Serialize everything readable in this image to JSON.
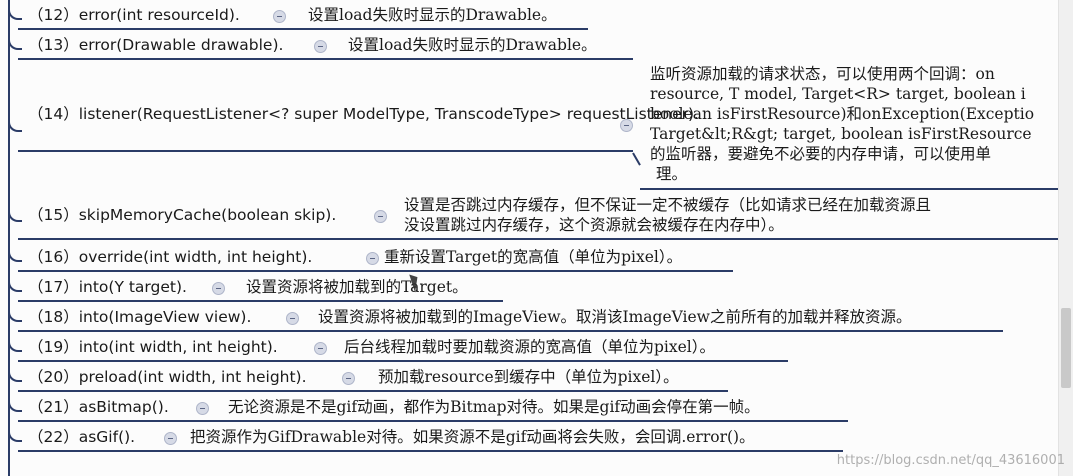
{
  "items": [
    {
      "sig": "（12）error(int resourceId).",
      "desc": "设置load失败时显示的Drawable。"
    },
    {
      "sig": "（13）error(Drawable drawable).",
      "desc": "设置load失败时显示的Drawable。"
    },
    {
      "sig_lines": [
        "（14）listener(RequestListener<? super ModelType, TranscodeType>",
        "requestListener)."
      ],
      "desc_lines": [
        "监听资源加载的请求状态，可以使用两个回调：on",
        "resource, T model, Target<R> target, boolean i",
        "boolean isFirstResource)和onException(Exceptio",
        "Target&lt;R&gt; target, boolean isFirstResource",
        "的监听器，要避免不必要的内存申请，可以使用单",
        "理。"
      ]
    },
    {
      "sig": "（15）skipMemoryCache(boolean skip).",
      "desc_lines": [
        "设置是否跳过内存缓存，但不保证一定不被缓存（比如请求已经在加载资源且",
        "没设置跳过内存缓存，这个资源就会被缓存在内存中）。"
      ]
    },
    {
      "sig": "（16）override(int width, int height).",
      "desc": "重新设置Target的宽高值（单位为pixel）。"
    },
    {
      "sig": "（17）into(Y target).",
      "desc": "设置资源将被加载到的Target。"
    },
    {
      "sig": "（18）into(ImageView view).",
      "desc": "设置资源将被加载到的ImageView。取消该ImageView之前所有的加载并释放资源。"
    },
    {
      "sig": "（19）into(int width, int height).",
      "desc": "后台线程加载时要加载资源的宽高值（单位为pixel）。"
    },
    {
      "sig": "（20）preload(int width, int height).",
      "desc": "预加载resource到缓存中（单位为pixel）。"
    },
    {
      "sig": "（21）asBitmap().",
      "desc": "无论资源是不是gif动画，都作为Bitmap对待。如果是gif动画会停在第一帧。"
    },
    {
      "sig": "（22）asGif().",
      "desc": "把资源作为GifDrawable对待。如果资源不是gif动画将会失败，会回调.error()。"
    }
  ],
  "watermark": "https://blog.csdn.net/qq_43616001"
}
